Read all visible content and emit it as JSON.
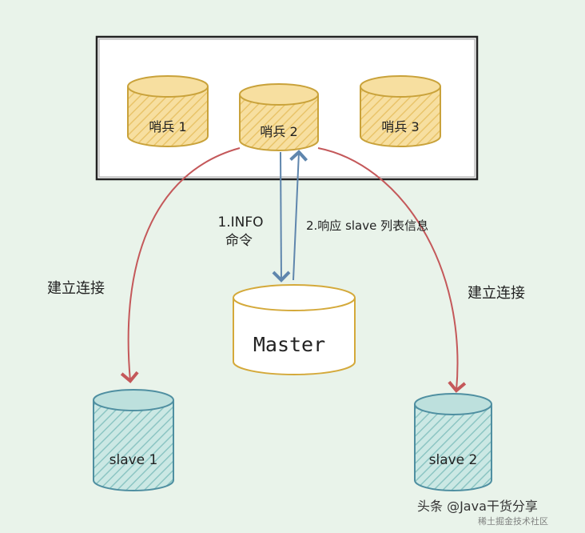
{
  "colors": {
    "background": "#e9f3ea",
    "sentinel_fill": "#f7dfa0",
    "sentinel_stroke": "#c9a23a",
    "master_stroke": "#d4a93a",
    "slave_fill": "#bde0dd",
    "slave_stroke": "#4f8fa1",
    "blue_arrow": "#5f86ad",
    "red_arrow": "#c4585a",
    "text": "#222222"
  },
  "sentinels": [
    {
      "label": "哨兵 1"
    },
    {
      "label": "哨兵 2"
    },
    {
      "label": "哨兵 3"
    }
  ],
  "master": {
    "label": "Master"
  },
  "slaves": [
    {
      "label": "slave 1"
    },
    {
      "label": "slave 2"
    }
  ],
  "edges": {
    "info_cmd_line1": "1.INFO",
    "info_cmd_line2": "命令",
    "response": "2.响应 slave 列表信息",
    "connect_left": "建立连接",
    "connect_right": "建立连接"
  },
  "watermark": {
    "line1": "头条 @Java干货分享",
    "line2": "稀土掘金技术社区"
  }
}
